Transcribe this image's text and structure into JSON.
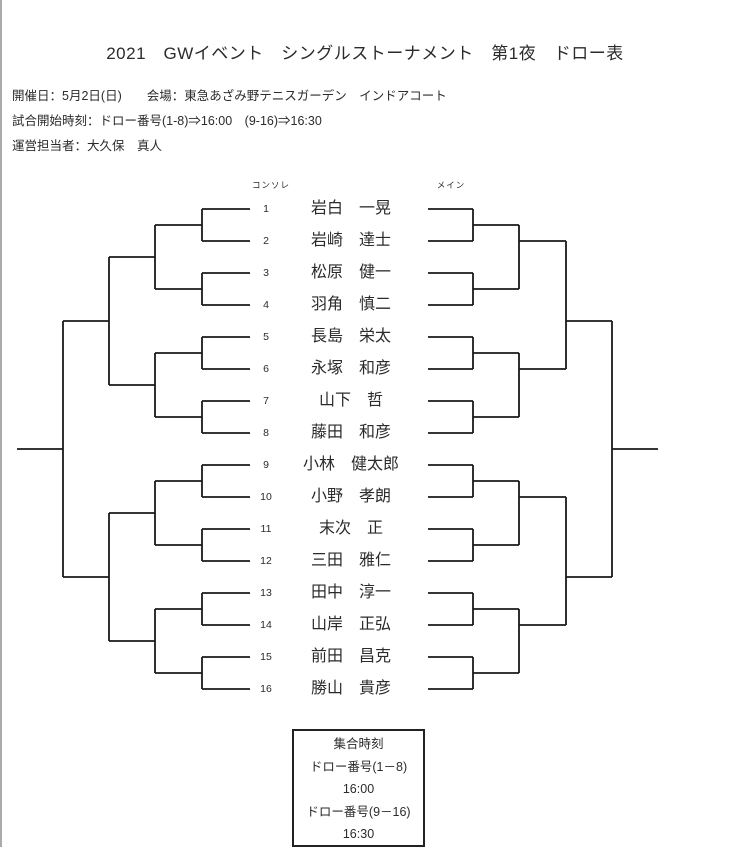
{
  "page": {
    "title": "2021　GWイベント　シングルストーナメント　第1夜　ドロー表",
    "info_lines": {
      "date_venue": "開催日：5月2日(日)　　会場：東急あざみ野テニスガーデン　インドアコート",
      "start_time": "試合開始時刻：ドロー番号(1-8)⇒16:00　(9-16)⇒16:30",
      "manager": "運営担当者：大久保　真人"
    }
  },
  "bracket": {
    "left_label": "コンソレ",
    "right_label": "メイン",
    "players": [
      {
        "draw": "1",
        "name": "岩白　一晃"
      },
      {
        "draw": "2",
        "name": "岩崎　達士"
      },
      {
        "draw": "3",
        "name": "松原　健一"
      },
      {
        "draw": "4",
        "name": "羽角　慎二"
      },
      {
        "draw": "5",
        "name": "長島　栄太"
      },
      {
        "draw": "6",
        "name": "永塚　和彦"
      },
      {
        "draw": "7",
        "name": "山下　哲"
      },
      {
        "draw": "8",
        "name": "藤田　和彦"
      },
      {
        "draw": "9",
        "name": "小林　健太郎"
      },
      {
        "draw": "10",
        "name": "小野　孝朗"
      },
      {
        "draw": "11",
        "name": "末次　正"
      },
      {
        "draw": "12",
        "name": "三田　雅仁"
      },
      {
        "draw": "13",
        "name": "田中　淳一"
      },
      {
        "draw": "14",
        "name": "山岸　正弘"
      },
      {
        "draw": "15",
        "name": "前田　昌克"
      },
      {
        "draw": "16",
        "name": "勝山　貴彦"
      }
    ]
  },
  "meeting_box": {
    "lines": [
      "集合時刻",
      "ドロー番号(1－8)",
      "16:00",
      "ドロー番号(9－16)",
      "16:30"
    ]
  },
  "colors": {
    "line": "#1a1a1a",
    "text": "#2b2b2b",
    "box_border": "#222222",
    "page_edge": "#ababab",
    "background": "#ffffff"
  }
}
